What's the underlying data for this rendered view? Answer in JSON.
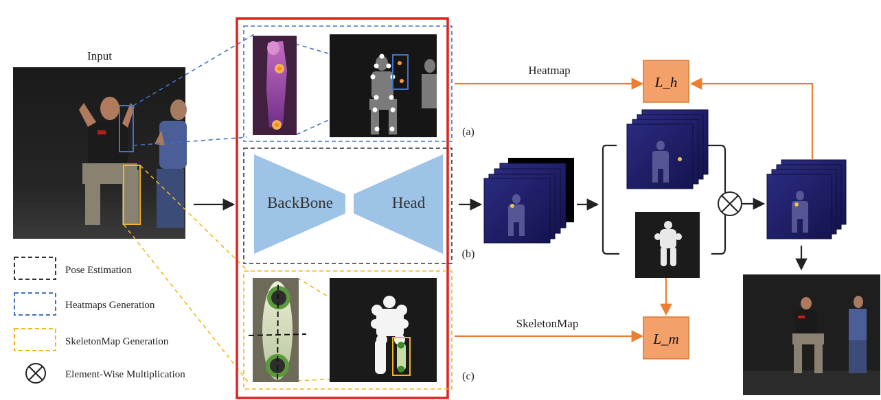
{
  "input_label": "Input",
  "network": {
    "backbone_label": "BackBone",
    "head_label": "Head"
  },
  "branch_labels": {
    "a": "(a)",
    "b": "(b)",
    "c": "(c)"
  },
  "arrows": {
    "heatmap_label": "Heatmap",
    "skeletonmap_label": "SkeletonMap"
  },
  "losses": {
    "heatmap_loss": "L_h",
    "skeleton_loss": "L_m"
  },
  "legend": [
    {
      "name": "pose-estimation",
      "text": "Pose Estimation",
      "color": "#333333",
      "style": "dashed"
    },
    {
      "name": "heatmaps-generation",
      "text": "Heatmaps Generation",
      "color": "#4472c4",
      "style": "dashed"
    },
    {
      "name": "skeletonmap-generation",
      "text": "SkeletonMap Generation",
      "color": "#f2b61c",
      "style": "dashed"
    },
    {
      "name": "element-wise-multiplication",
      "text": "Element-Wise Multiplication",
      "color": "#111111",
      "style": "otimes"
    }
  ],
  "colors": {
    "highlight_red": "#e0211d",
    "heatmap_blue": "#4472c4",
    "skeleton_yellow": "#f2b61c",
    "loss_orange": "#f4a06b",
    "arrow_orange": "#ed7d31",
    "trapezoid_blue": "#9dc3e6",
    "feature_navy": "#1f1f66"
  }
}
